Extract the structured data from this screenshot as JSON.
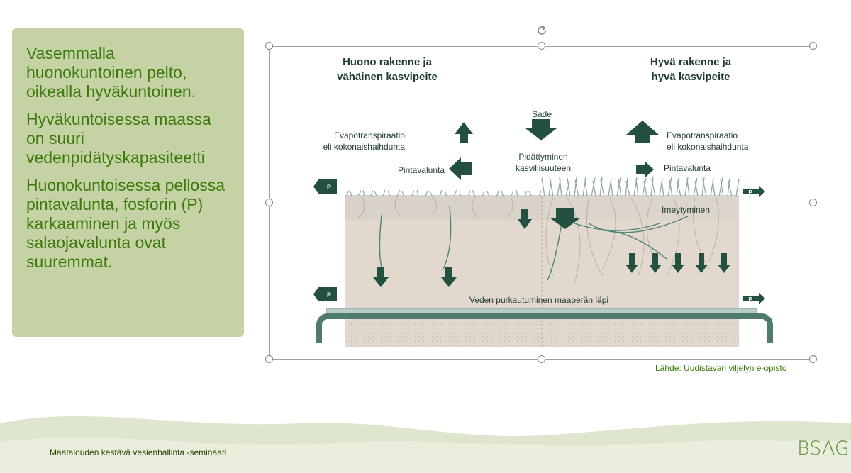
{
  "slide": {
    "bullets": [
      "Vasemmalla huonokuntoinen pelto, oikealla hyväkuntoinen.",
      "Hyväkuntoisessa maassa on suuri vedenpidätyskapasiteetti",
      "Huonokuntoisessa pellossa pintavalunta, fosforin (P) karkaaminen ja myös salaojavalunta ovat suuremmat."
    ],
    "source": "Lähde: Uudistavan viljelyn e-opisto",
    "footer": "Maatalouden kestävä vesienhallinta -seminaari",
    "logo": "BSAG"
  },
  "figure": {
    "left_title_1": "Huono rakenne ja",
    "left_title_2": "vähäinen kasvipeite",
    "right_title_1": "Hyvä rakenne ja",
    "right_title_2": "hyvä kasvipeite",
    "sade": "Sade",
    "evap_1": "Evapotranspiraatio",
    "evap_2": "eli kokonaishaihdunta",
    "retention_1": "Pidättyminen",
    "retention_2": "kasvillisuuteen",
    "runoff": "Pintavalunta",
    "infiltration": "Imeytyminen",
    "drainage": "Veden purkautuminen maaperän läpi",
    "p_label": "P"
  },
  "colors": {
    "accent": "#3d7a0d",
    "panel": "#c5d3a4",
    "diagram_green": "#24513f",
    "soil": "#e3d8cd"
  }
}
